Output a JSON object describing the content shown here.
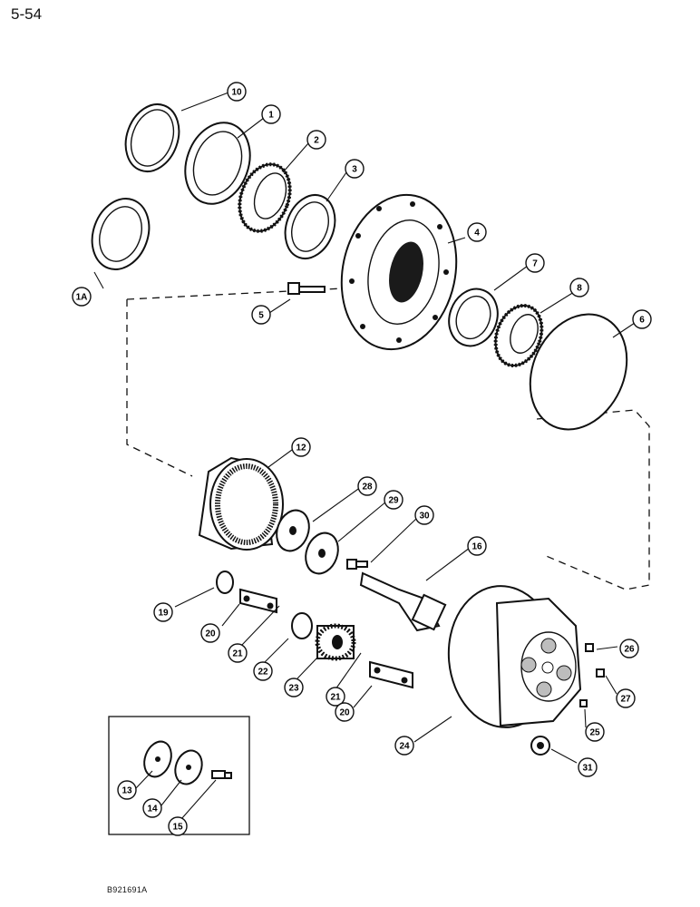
{
  "page": {
    "number": "5-54",
    "figure_code": "B921691A"
  },
  "callouts": [
    {
      "key": "10",
      "label": "10"
    },
    {
      "key": "1",
      "label": "1"
    },
    {
      "key": "2",
      "label": "2"
    },
    {
      "key": "3",
      "label": "3"
    },
    {
      "key": "4",
      "label": "4"
    },
    {
      "key": "1A",
      "label": "1A"
    },
    {
      "key": "5",
      "label": "5"
    },
    {
      "key": "7",
      "label": "7"
    },
    {
      "key": "8",
      "label": "8"
    },
    {
      "key": "6",
      "label": "6"
    },
    {
      "key": "12",
      "label": "12"
    },
    {
      "key": "28",
      "label": "28"
    },
    {
      "key": "29",
      "label": "29"
    },
    {
      "key": "30",
      "label": "30"
    },
    {
      "key": "16",
      "label": "16"
    },
    {
      "key": "19",
      "label": "19"
    },
    {
      "key": "20a",
      "label": "20"
    },
    {
      "key": "21a",
      "label": "21"
    },
    {
      "key": "22",
      "label": "22"
    },
    {
      "key": "23",
      "label": "23"
    },
    {
      "key": "21b",
      "label": "21"
    },
    {
      "key": "20b",
      "label": "20"
    },
    {
      "key": "26",
      "label": "26"
    },
    {
      "key": "27",
      "label": "27"
    },
    {
      "key": "25",
      "label": "25"
    },
    {
      "key": "24",
      "label": "24"
    },
    {
      "key": "31",
      "label": "31"
    },
    {
      "key": "13",
      "label": "13"
    },
    {
      "key": "14",
      "label": "14"
    },
    {
      "key": "15",
      "label": "15"
    }
  ]
}
